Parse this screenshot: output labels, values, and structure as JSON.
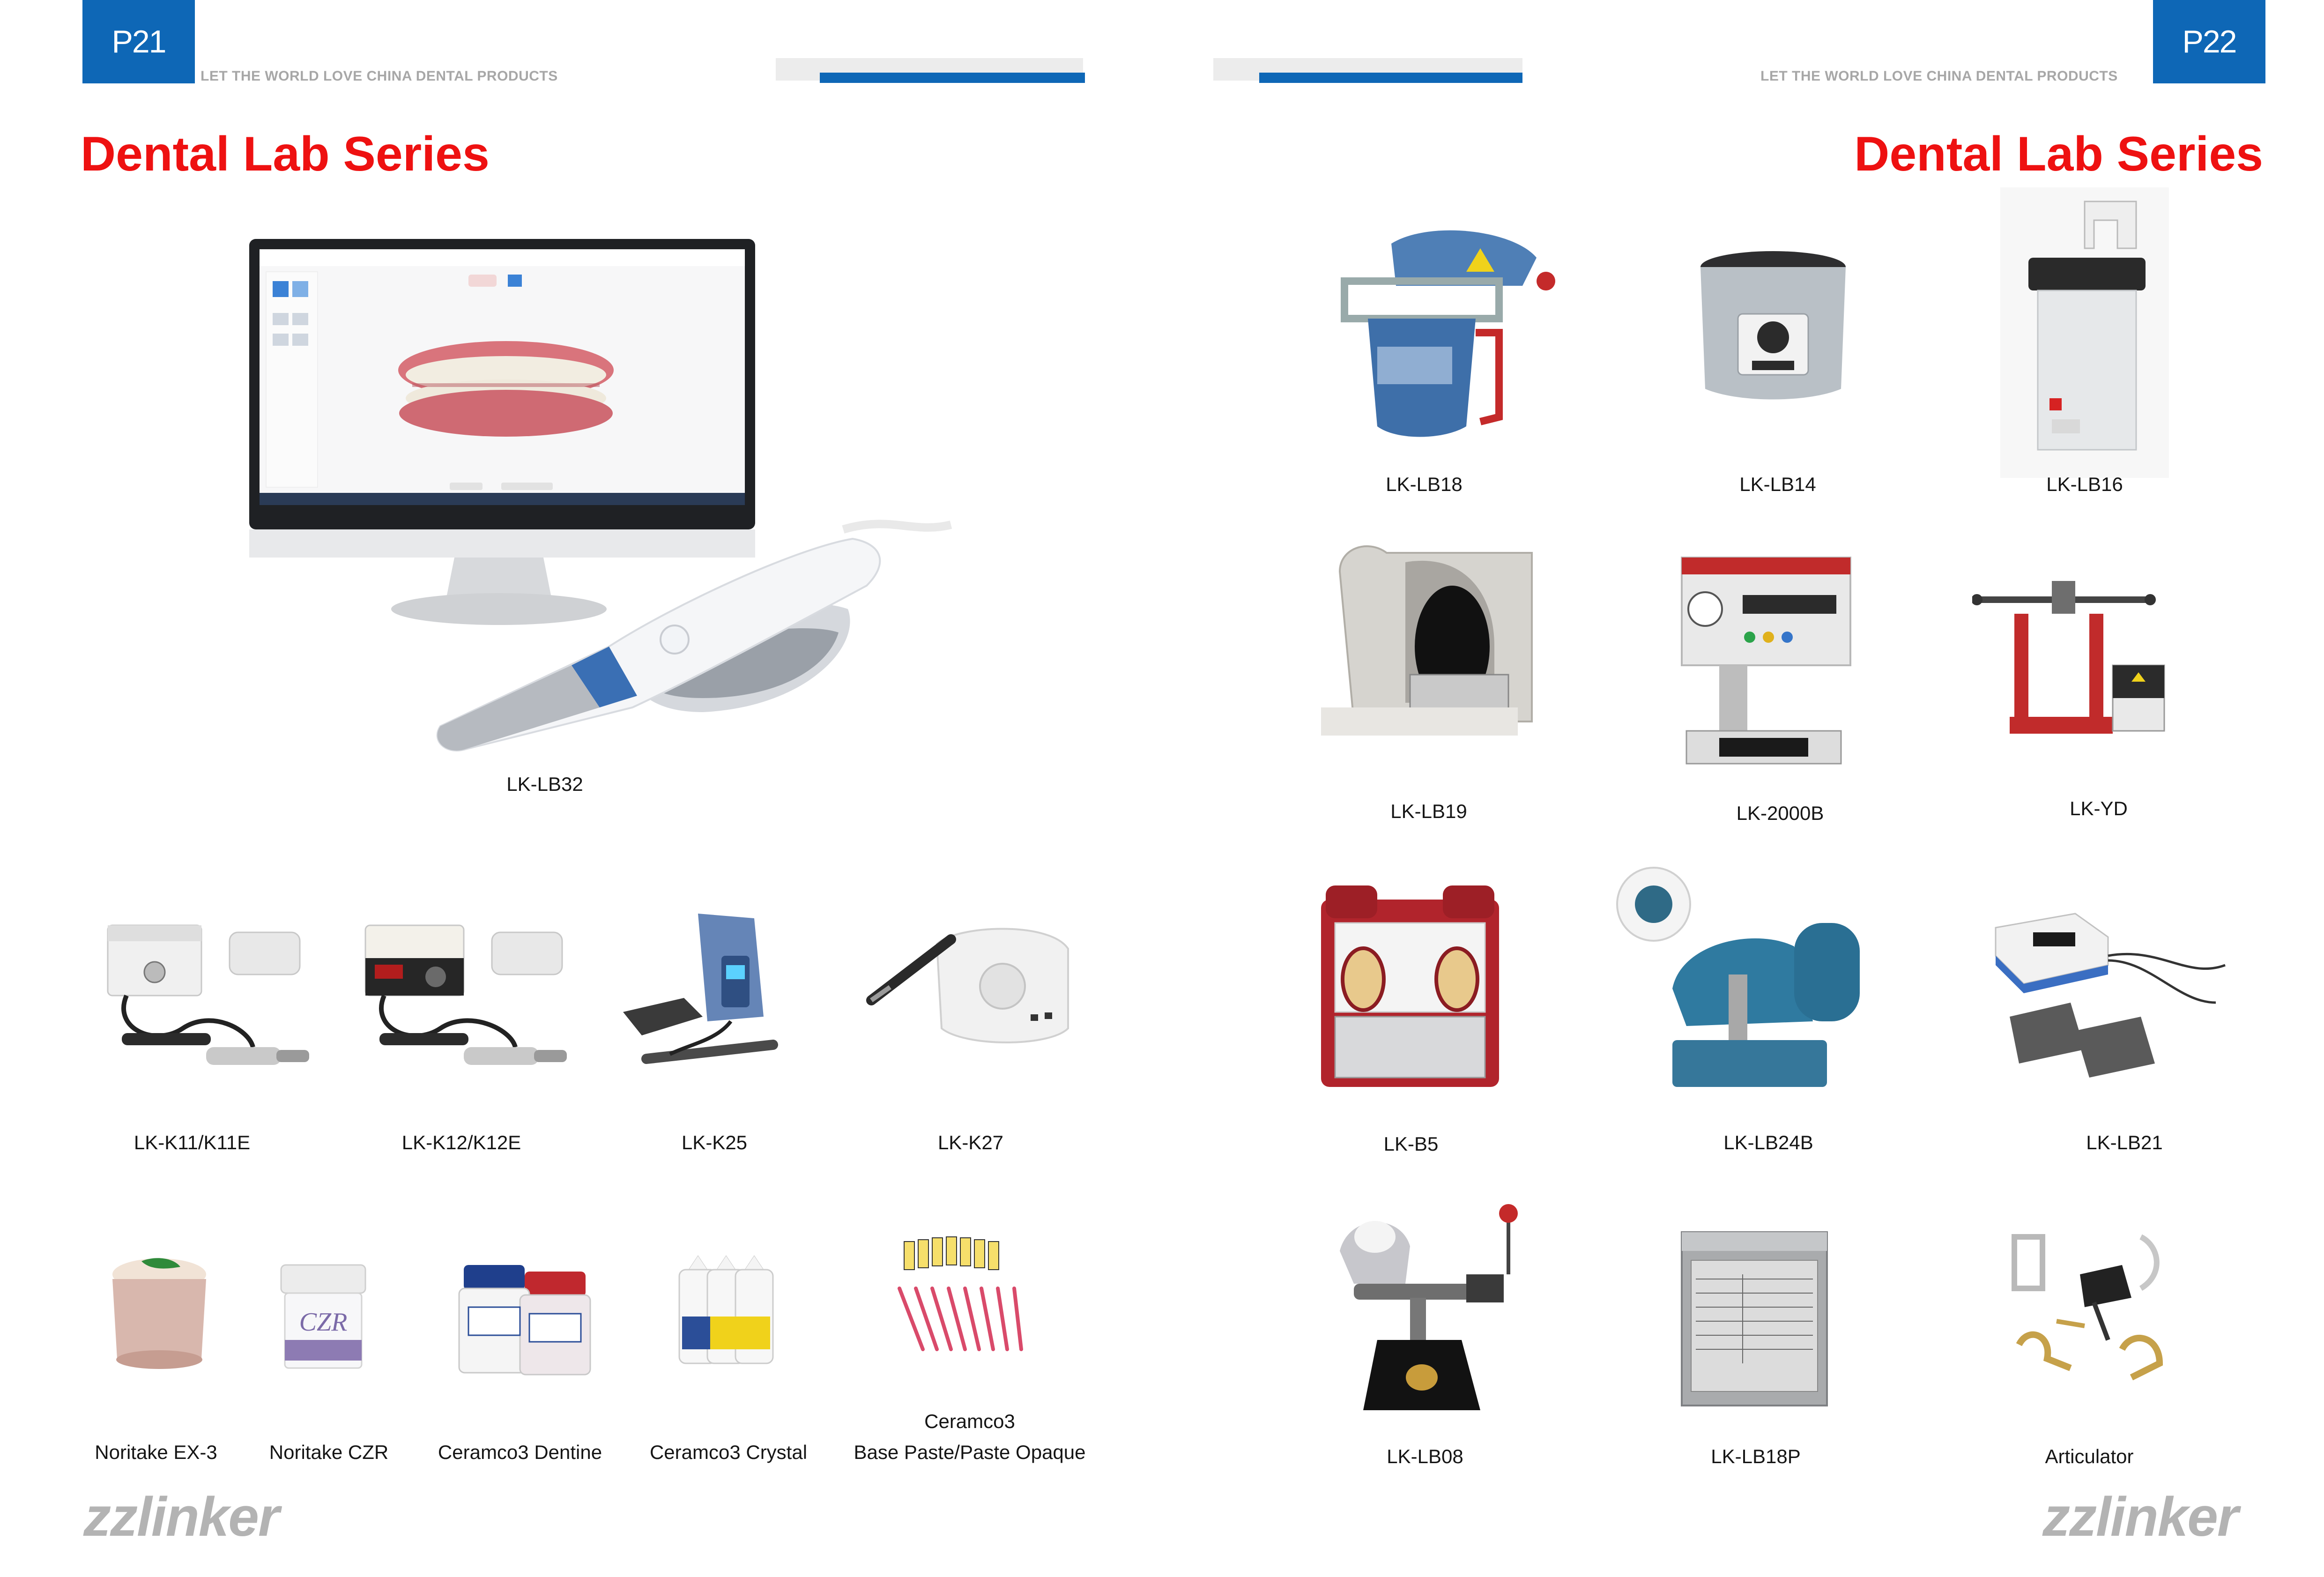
{
  "left_page": {
    "page_tab": "P21",
    "tagline": "LET THE WORLD LOVE CHINA DENTAL PRODUCTS",
    "title": "Dental Lab Series",
    "featured": {
      "name": "LK-LB32",
      "icon": "intraoral-scanner-with-monitor-image"
    },
    "handpieces": [
      {
        "name": "LK-K11/K11E",
        "icon": "micromotor-control-box-image"
      },
      {
        "name": "LK-K12/K12E",
        "icon": "micromotor-control-box-image"
      },
      {
        "name": "LK-K25",
        "icon": "micromotor-unit-image"
      },
      {
        "name": "LK-K27",
        "icon": "micromotor-unit-image"
      }
    ],
    "materials": [
      {
        "name": "Noritake EX-3",
        "icon": "porcelain-jar-image"
      },
      {
        "name": "Noritake CZR",
        "icon": "porcelain-jar-image"
      },
      {
        "name": "Ceramco3 Dentine",
        "icon": "porcelain-bottles-image"
      },
      {
        "name": "Ceramco3 Crystal",
        "icon": "liquid-bottles-image"
      },
      {
        "name_line1": "Ceramco3",
        "name_line2": "Base Paste/Paste Opaque",
        "icon": "paste-syringes-image"
      }
    ],
    "brand": "zzlinker"
  },
  "right_page": {
    "page_tab": "P22",
    "tagline": "LET THE WORLD LOVE CHINA DENTAL PRODUCTS",
    "title": "Dental Lab Series",
    "products": [
      {
        "name": "LK-LB18",
        "icon": "vacuum-former-image"
      },
      {
        "name": "LK-LB14",
        "icon": "vibrator-image"
      },
      {
        "name": "LK-LB16",
        "icon": "pin-drill-image"
      },
      {
        "name": "LK-LB19",
        "icon": "model-trimmer-image"
      },
      {
        "name": "LK-2000B",
        "icon": "vacuum-mixer-image"
      },
      {
        "name": "LK-YD",
        "icon": "injection-flask-press-image"
      },
      {
        "name": "LK-B5",
        "icon": "sandblaster-image"
      },
      {
        "name": "LK-LB24B",
        "icon": "high-speed-cutter-image"
      },
      {
        "name": "LK-LB21",
        "icon": "wax-pen-heater-image"
      },
      {
        "name": "LK-LB08",
        "icon": "centrifugal-casting-machine-image"
      },
      {
        "name": "LK-LB18P",
        "icon": "thermoforming-sheet-pack-image"
      },
      {
        "name": "Articulator",
        "icon": "articulator-image"
      }
    ],
    "brand": "zzlinker"
  },
  "colors": {
    "accent_blue": "#0e67b6",
    "title_red": "#ee1111",
    "tagline_grey": "#a7a7a7",
    "brand_grey": "#b3b3b3"
  }
}
